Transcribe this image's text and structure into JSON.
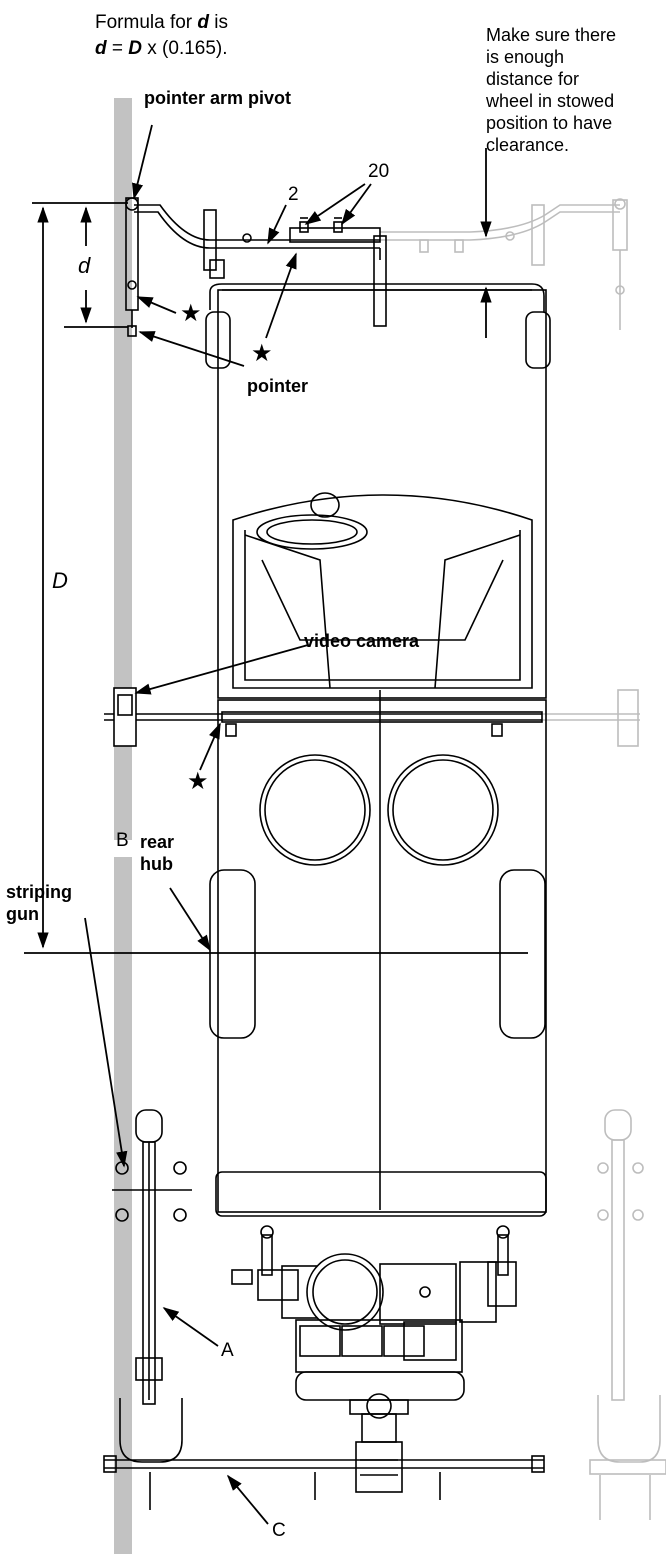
{
  "formula": {
    "line1_prefix": "Formula for ",
    "var_d": "d",
    "line1_suffix": " is",
    "var_d2": "d",
    "equals": " = ",
    "var_D": "D",
    "line2_suffix": " x (0.165)."
  },
  "note": {
    "lines": [
      "Make sure there",
      "is enough",
      "distance for",
      "wheel in stowed",
      "position to have",
      "clearance."
    ]
  },
  "labels": {
    "pointer_arm_pivot": "pointer arm pivot",
    "pointer": "pointer",
    "video_camera": "video camera",
    "rear_hub_1": "rear",
    "rear_hub_2": "hub",
    "striping_gun_1": "striping",
    "striping_gun_2": "gun",
    "d": "d",
    "D": "D",
    "callout_2": "2",
    "callout_20": "20",
    "A": "A",
    "B": "B",
    "C": "C",
    "star": "★"
  },
  "colors": {
    "stripe": "#c2c2c2",
    "line": "#000000",
    "faded": "#bdbdbd"
  }
}
